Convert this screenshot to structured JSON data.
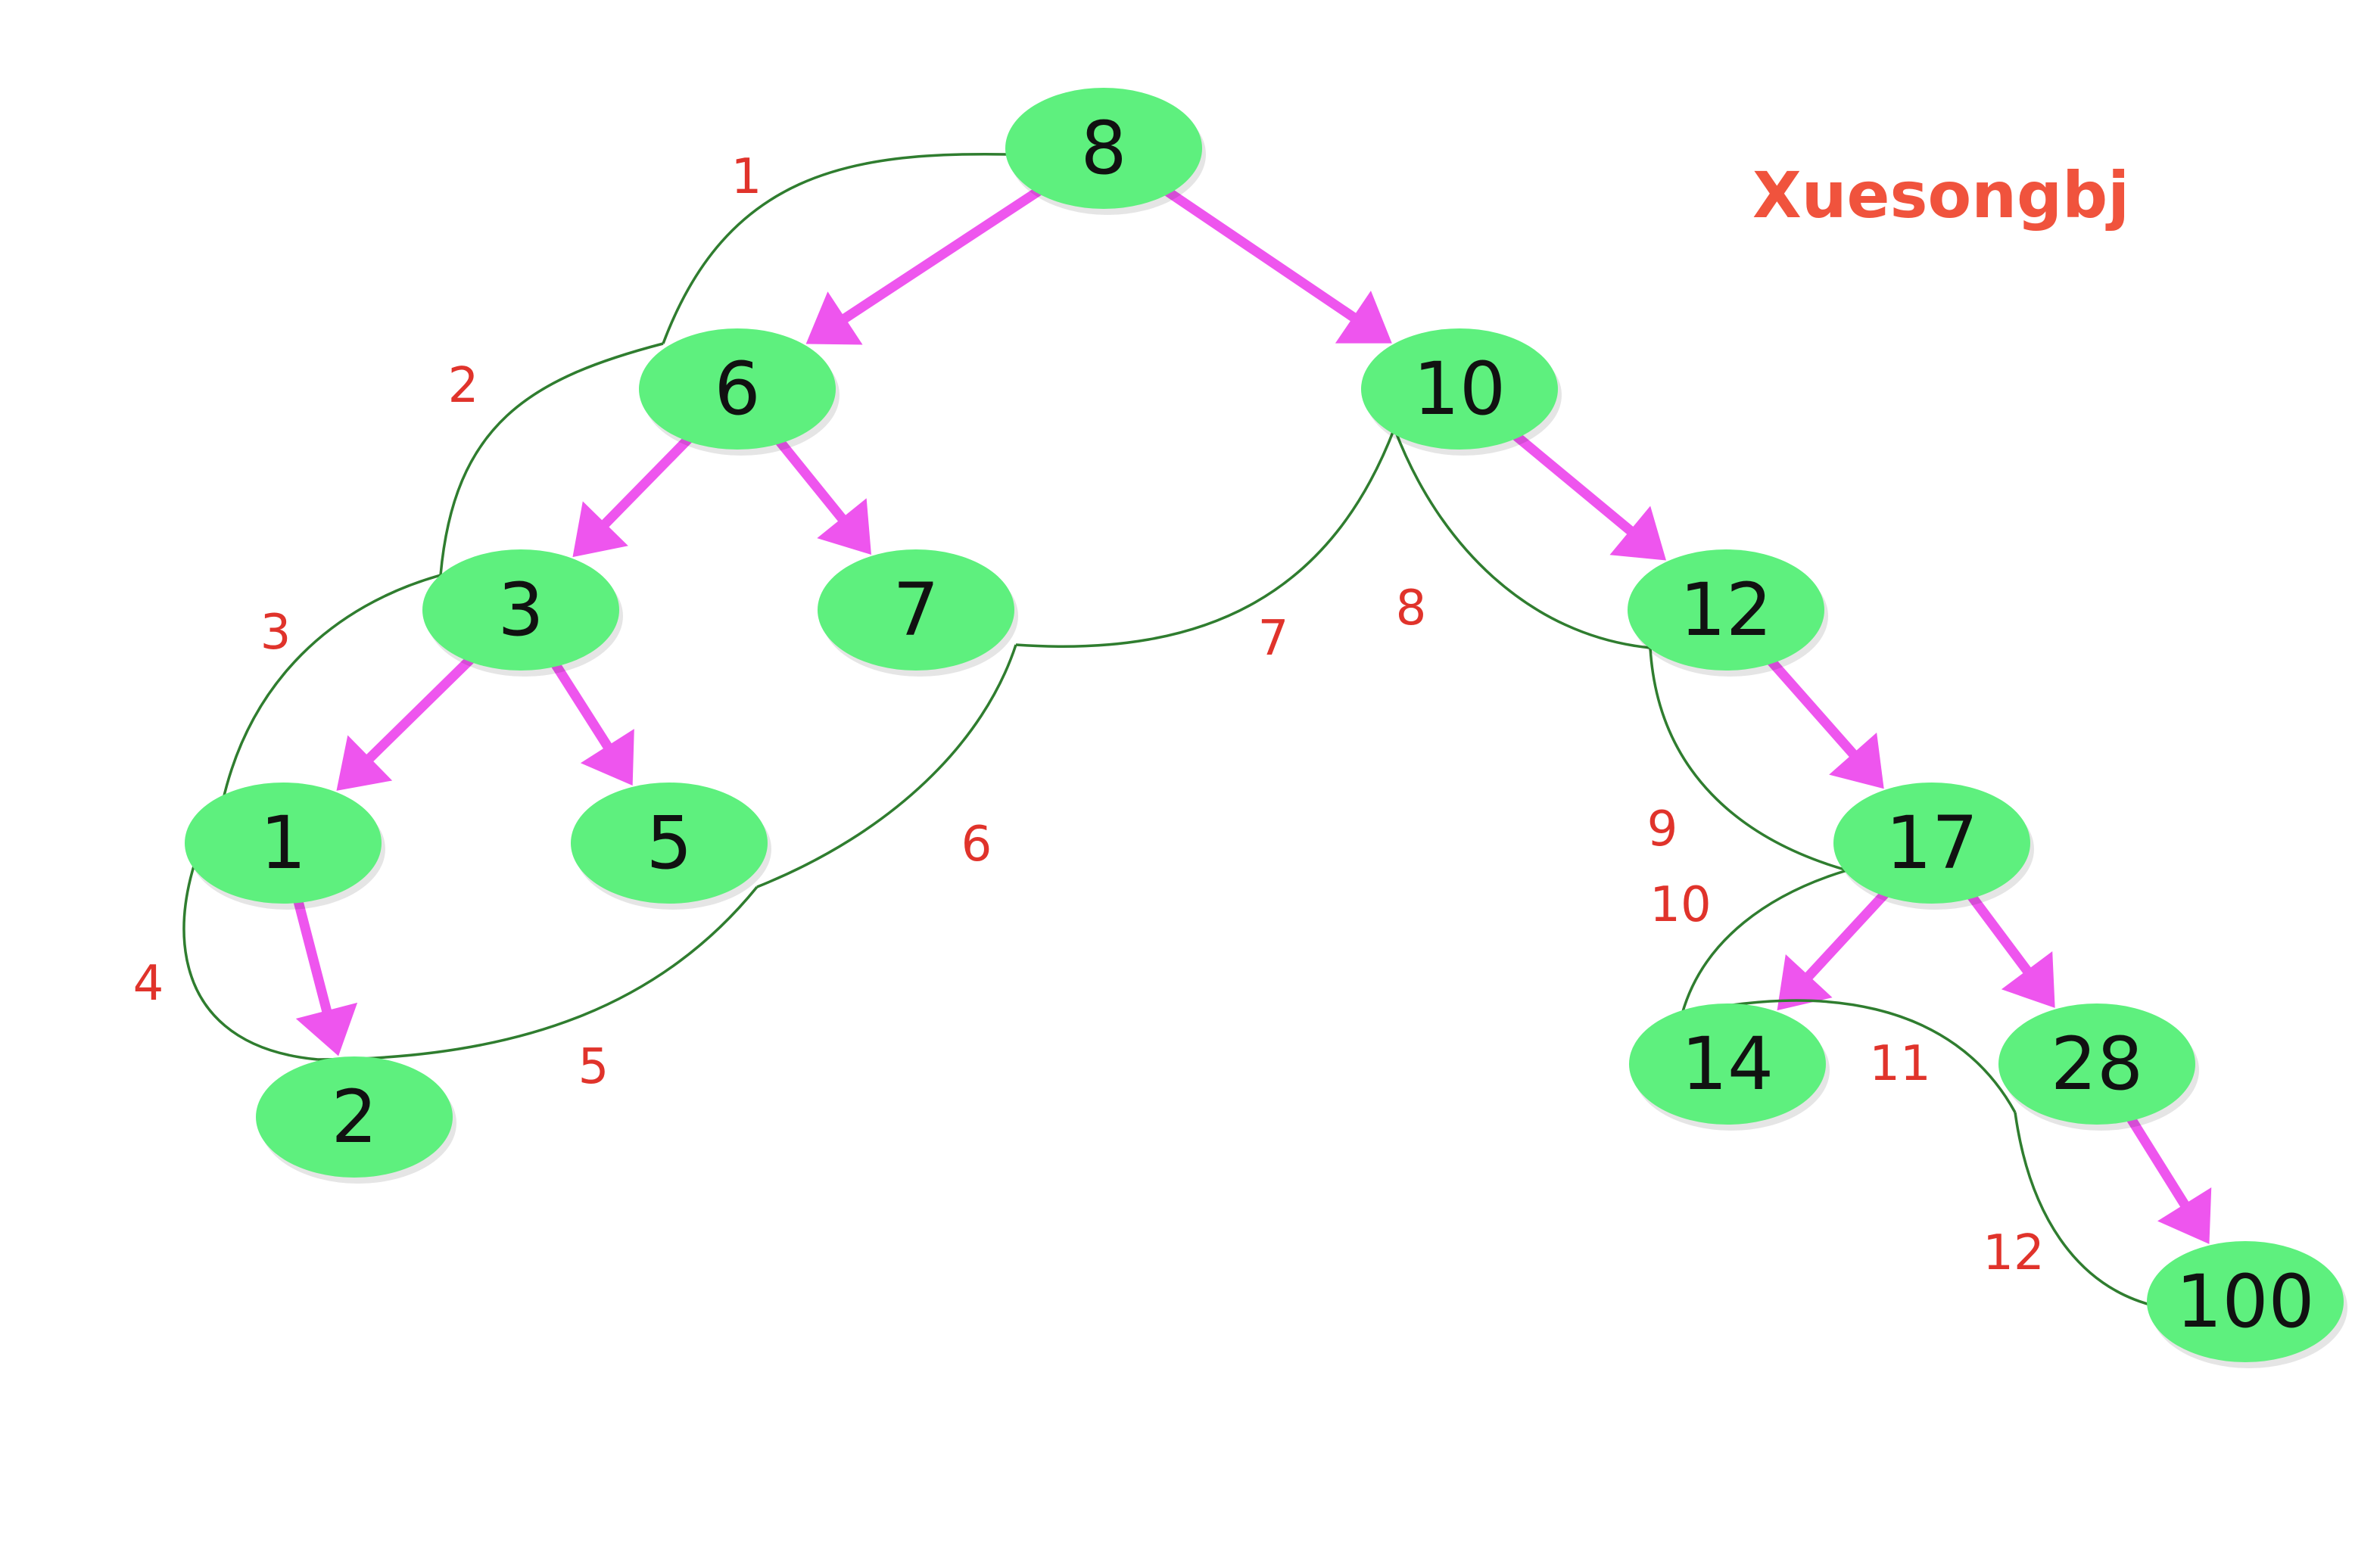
{
  "watermark": "Xuesongbj",
  "colors": {
    "node_fill": "#5ef07e",
    "edge": "#ee55ee",
    "traversal_curve": "#2f7d2f",
    "step_label": "#e0332b",
    "watermark": "#f0533d"
  },
  "tree": {
    "nodes": [
      {
        "id": "n8",
        "label": "8"
      },
      {
        "id": "n6",
        "label": "6"
      },
      {
        "id": "n10",
        "label": "10"
      },
      {
        "id": "n3",
        "label": "3"
      },
      {
        "id": "n7",
        "label": "7"
      },
      {
        "id": "n12",
        "label": "12"
      },
      {
        "id": "n1",
        "label": "1"
      },
      {
        "id": "n5",
        "label": "5"
      },
      {
        "id": "n17",
        "label": "17"
      },
      {
        "id": "n2",
        "label": "2"
      },
      {
        "id": "n14",
        "label": "14"
      },
      {
        "id": "n28",
        "label": "28"
      },
      {
        "id": "n100",
        "label": "100"
      }
    ],
    "edges": [
      {
        "from": "n8",
        "to": "n6"
      },
      {
        "from": "n8",
        "to": "n10"
      },
      {
        "from": "n6",
        "to": "n3"
      },
      {
        "from": "n6",
        "to": "n7"
      },
      {
        "from": "n10",
        "to": "n12"
      },
      {
        "from": "n3",
        "to": "n1"
      },
      {
        "from": "n3",
        "to": "n5"
      },
      {
        "from": "n12",
        "to": "n17"
      },
      {
        "from": "n1",
        "to": "n2"
      },
      {
        "from": "n17",
        "to": "n14"
      },
      {
        "from": "n17",
        "to": "n28"
      },
      {
        "from": "n28",
        "to": "n100"
      }
    ]
  },
  "traversal_steps": [
    "1",
    "2",
    "3",
    "4",
    "5",
    "6",
    "7",
    "8",
    "9",
    "10",
    "11",
    "12"
  ]
}
